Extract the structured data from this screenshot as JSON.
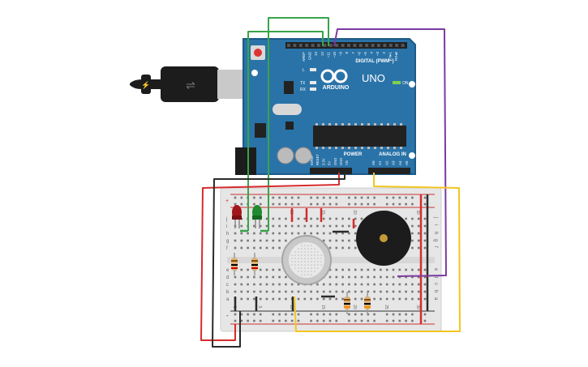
{
  "board": {
    "brand": "ARDUINO",
    "model": "UNO",
    "digital_header": "DIGITAL (PWM~)",
    "power_header": "POWER",
    "analog_header": "ANALOG IN",
    "on_label": "ON",
    "led_l": "L",
    "led_tx": "TX",
    "led_rx": "RX",
    "top_pins": [
      "AREF",
      "GND",
      "13",
      "12",
      "~11",
      "~10",
      "~9",
      "8",
      "7",
      "~6",
      "~5",
      "4",
      "~3",
      "2",
      "TX▸1",
      "RX◂0"
    ],
    "power_pins": [
      "IOREF",
      "RESET",
      "3.3V",
      "5V",
      "GND",
      "GND",
      "Vin"
    ],
    "analog_pins": [
      "A0",
      "A1",
      "A2",
      "A3",
      "A4",
      "A5"
    ]
  },
  "breadboard": {
    "row_letters_left": [
      "j",
      "i",
      "h",
      "g",
      "f",
      "e",
      "d",
      "c",
      "b",
      "a"
    ],
    "row_letters_right": [
      "j",
      "i",
      "h",
      "g",
      "f",
      "e",
      "d",
      "c",
      "b",
      "a"
    ],
    "col_numbers": [
      "1",
      "5",
      "10",
      "15",
      "20",
      "25",
      "30"
    ],
    "rail_plus": "+",
    "rail_minus": "-"
  },
  "colors": {
    "board": "#2a73a8",
    "board_dark": "#1d5a88",
    "breadboard": "#e6e6e6",
    "wire_red": "#d62c2c",
    "wire_black": "#2b2b2b",
    "wire_green": "#3aa34a",
    "wire_purple": "#7b3aa0",
    "wire_yellow": "#f2c521",
    "led_red": "#a0161a",
    "led_green": "#1f8a2e",
    "buzzer": "#1c1c1c",
    "usb": "#1c1c1c"
  }
}
